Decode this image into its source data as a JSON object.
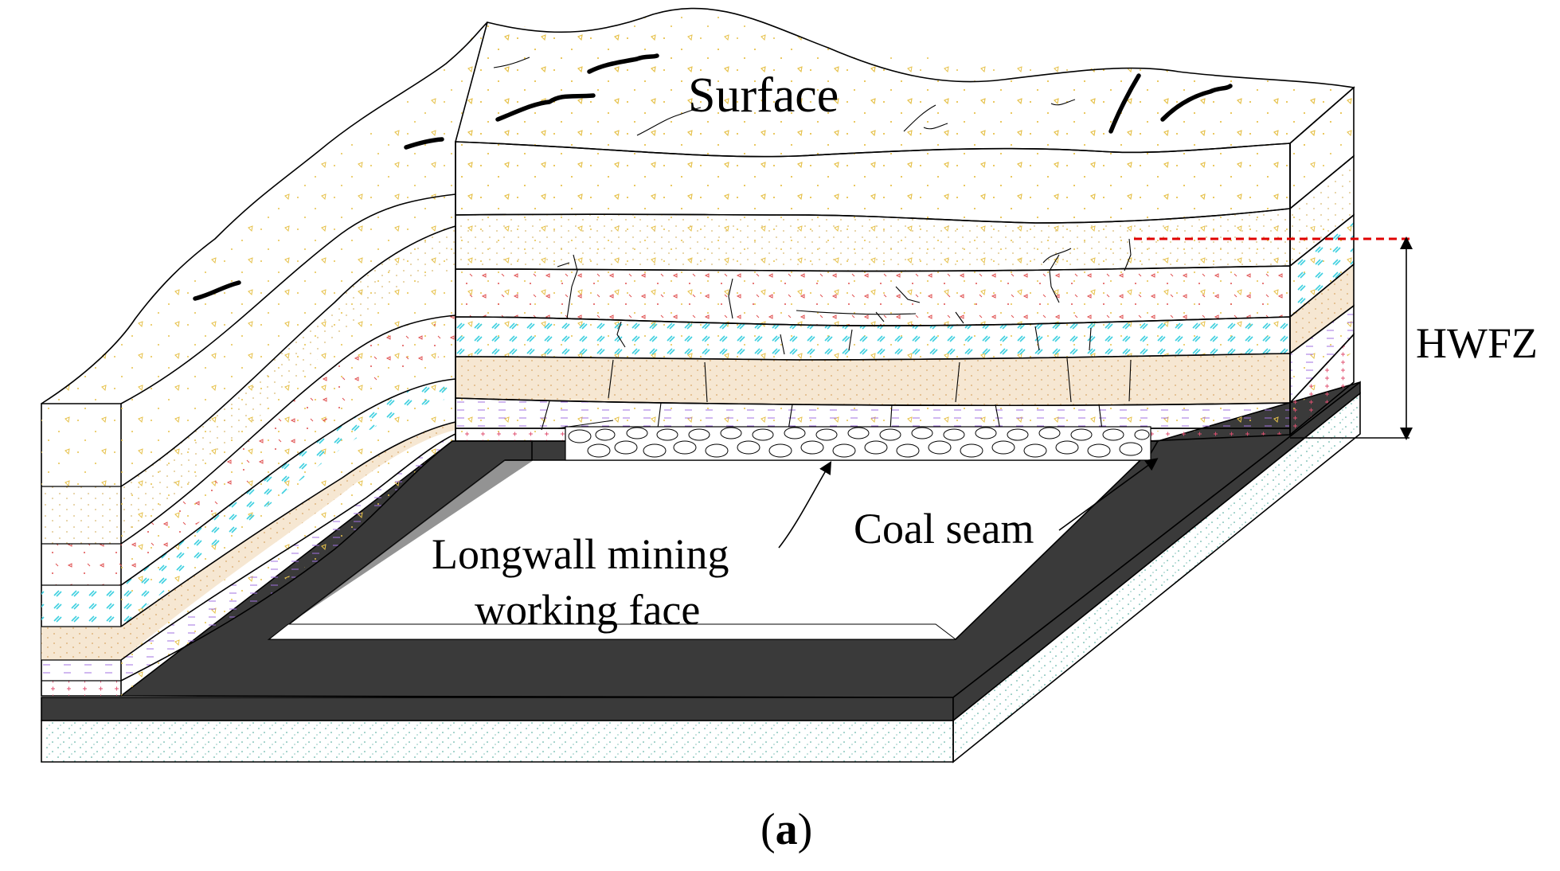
{
  "labels": {
    "surface": "Surface",
    "hwfz": "HWFZ",
    "coal_seam": "Coal seam",
    "longwall_line1": "Longwall mining",
    "longwall_line2": "working face",
    "caption_letter": "a",
    "caption_open": "(",
    "caption_close": ")"
  },
  "colors": {
    "coal_seam": "#3a3a3a",
    "hwfz_marker": "#e00000",
    "sand_dots": "#e6c14a",
    "red_fragments": "#e05050",
    "cyan_hatch": "#3fd0e0",
    "tan_layer": "#f6e7d2",
    "purple_dash": "#a070e0",
    "floor_dots": "#3aa090"
  }
}
